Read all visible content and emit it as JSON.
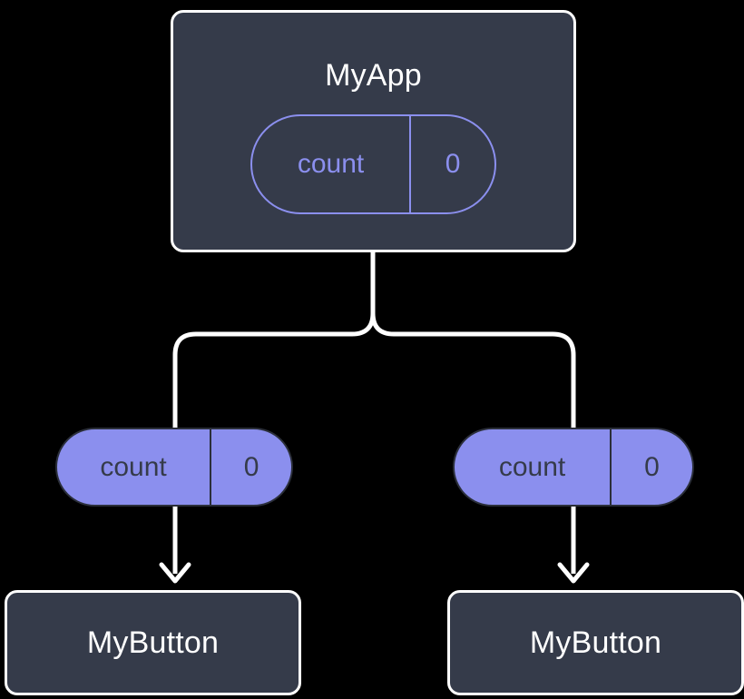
{
  "diagram": {
    "title": "MyApp component tree with count state passed to MyButton children",
    "background_color": "#000000",
    "colors": {
      "box_fill": "#353B4A",
      "box_border": "#FFFFFF",
      "accent_purple": "#8B8FEE",
      "edge_stroke": "#FFFFFF",
      "pill_text_dark": "#353B4A"
    },
    "root": {
      "label": "MyApp",
      "state_pill": {
        "key": "count",
        "value": "0",
        "style": "outlined"
      }
    },
    "children": [
      {
        "props_pill": {
          "key": "count",
          "value": "0",
          "style": "filled"
        },
        "label": "MyButton"
      },
      {
        "props_pill": {
          "key": "count",
          "value": "0",
          "style": "filled"
        },
        "label": "MyButton"
      }
    ]
  }
}
